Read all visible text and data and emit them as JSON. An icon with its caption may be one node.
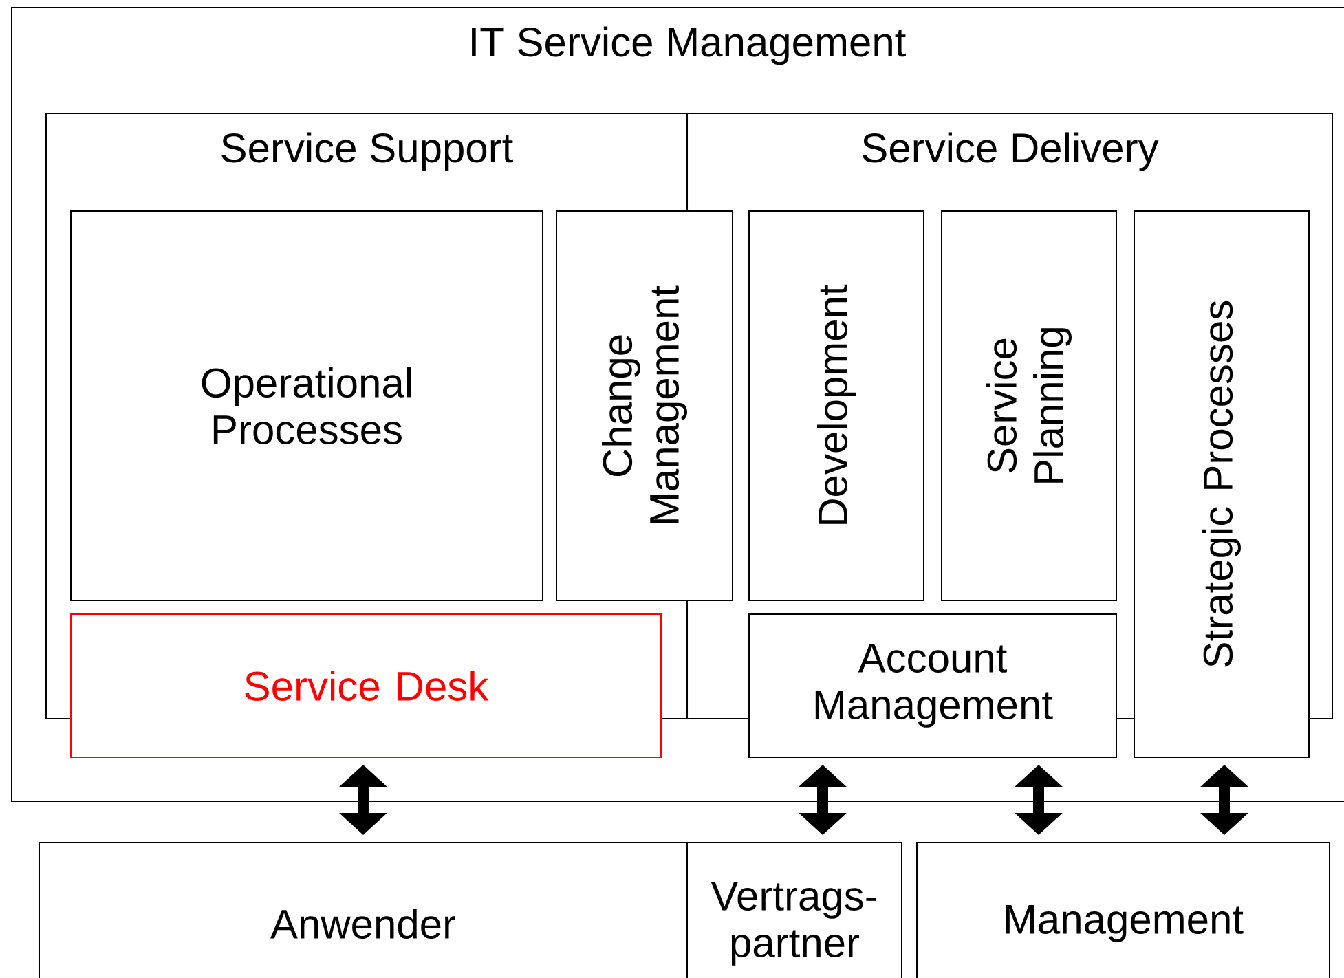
{
  "diagram": {
    "nodes": [
      {
        "text": [
          "IT Service Management"
        ]
      },
      {
        "text": [
          "Service Support"
        ],
        "in": 0
      },
      {
        "text": [
          "Service Delivery"
        ],
        "in": 0
      },
      {
        "text": [
          "Operational Processes"
        ],
        "in": 1
      },
      {
        "text": [
          "Change Management"
        ],
        "in": 0
      },
      {
        "text": [
          "Development"
        ],
        "in": 2
      },
      {
        "text": [
          "Service Planning"
        ],
        "in": 2
      },
      {
        "text": [
          "Strategic Processes"
        ],
        "in": 0
      },
      {
        "text": [
          "Service Desk"
        ],
        "in": 0
      },
      {
        "text": [
          "Account Management"
        ],
        "in": 0
      },
      {
        "text": [
          "Anwender"
        ]
      },
      {
        "text": [
          "Vertrags-partner"
        ]
      },
      {
        "text": [
          "Management"
        ]
      }
    ],
    "edges": [
      {
        "from": 8,
        "to": 10,
        "arrow": "both"
      },
      {
        "from": 9,
        "to": 11,
        "arrow": "both"
      },
      {
        "from": 9,
        "to": 12,
        "arrow": "both"
      },
      {
        "from": 7,
        "to": 12,
        "arrow": "both"
      }
    ]
  }
}
